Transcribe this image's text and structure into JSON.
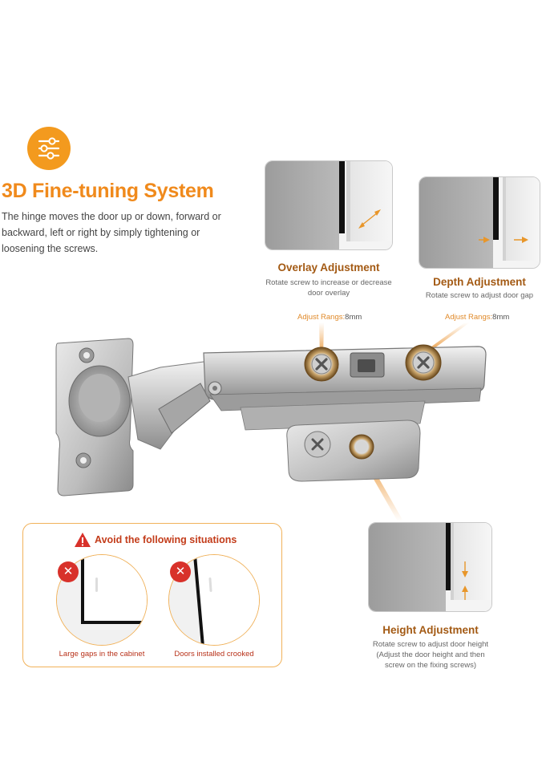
{
  "header": {
    "icon": "sliders-icon",
    "title": "3D Fine-tuning System",
    "description": "The hinge moves the door up or down, forward or backward, left or right by simply tightening or loosening the screws."
  },
  "overlay": {
    "title": "Overlay Adjustment",
    "desc_line1": "Rotate screw to increase or decrease",
    "desc_line2": "door overlay"
  },
  "depth": {
    "title": "Depth Adjustment",
    "desc_line1": "Rotate screw to adjust door gap"
  },
  "adjust_left": {
    "key": "Adjust Rangs:",
    "value": "8mm"
  },
  "adjust_right": {
    "key": "Adjust Rangs:",
    "value": "8mm"
  },
  "height": {
    "title": "Height Adjustment",
    "desc_line1": "Rotate screw to adjust door height",
    "desc_line2": "(Adjust the door height and then",
    "desc_line3": "screw on the fixing screws)"
  },
  "avoid": {
    "icon": "warning-icon",
    "title": "Avoid the following situations",
    "items": [
      {
        "icon": "error-x-icon",
        "label": "Large gaps in the cabinet"
      },
      {
        "icon": "error-x-icon",
        "label": "Doors installed crooked"
      }
    ]
  },
  "colors": {
    "accent": "#f39a1e",
    "title_brown": "#a35a14",
    "warning_red": "#d8312a",
    "frame_orange": "#f1b25a"
  }
}
